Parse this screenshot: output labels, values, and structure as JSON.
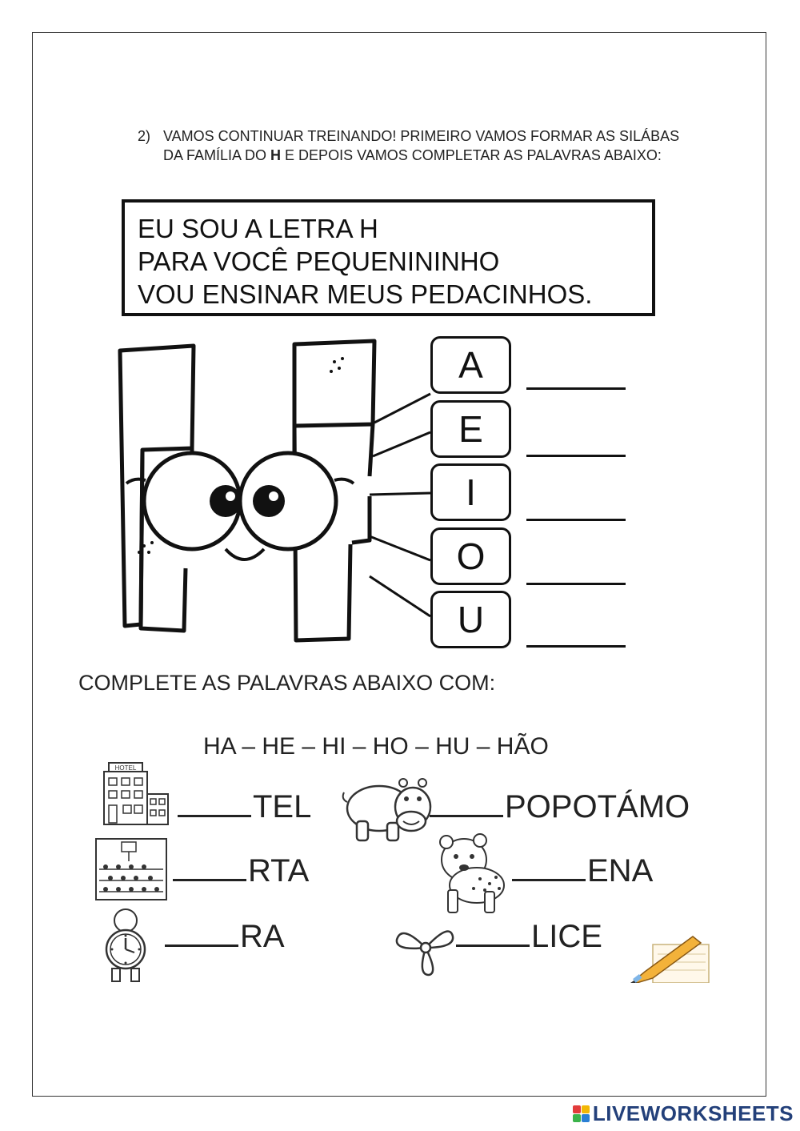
{
  "instruction": {
    "number": "2)",
    "part1": "VAMOS CONTINUAR TREINANDO! PRIMEIRO VAMOS FORMAR AS SILÁBAS DA FAMÍLIA DO ",
    "bold_letter": "H",
    "part2": " E DEPOIS VAMOS COMPLETAR AS PALAVRAS ABAIXO:"
  },
  "verse": {
    "line1": "EU SOU A LETRA H",
    "line2": "PARA VOCÊ PEQUENININHO",
    "line3": "VOU ENSINAR MEUS PEDACINHOS."
  },
  "vowels": [
    "A",
    "E",
    "I",
    "O",
    "U"
  ],
  "complete_title": "COMPLETE AS PALAVRAS ABAIXO COM:",
  "syllables": "HA – HE – HI – HO – HU – HÃO",
  "hotel_sign": "HOTEL",
  "words": {
    "hotel": "TEL",
    "hippo": "POPOTÁMO",
    "garden": "RTA",
    "hyena": "ENA",
    "clock": "RA",
    "propeller": "LICE"
  },
  "brand": {
    "text": "LIVEWORKSHEETS",
    "colors": [
      "#e23b3b",
      "#f2b705",
      "#3bb34a",
      "#2a7fd4"
    ]
  }
}
